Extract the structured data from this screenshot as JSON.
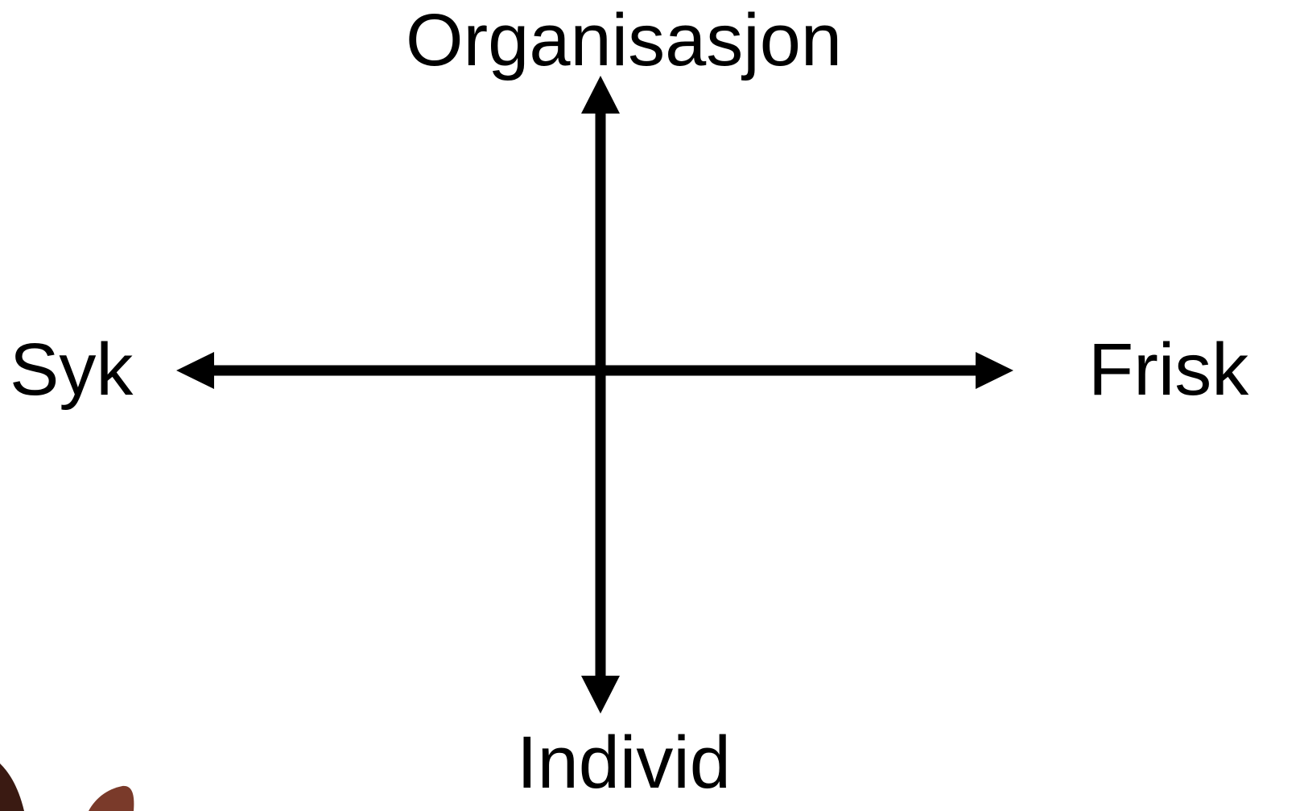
{
  "diagram": {
    "labels": {
      "top": "Organisasjon",
      "bottom": "Individ",
      "left": "Syk",
      "right": "Frisk"
    },
    "colors": {
      "line": "#000000",
      "background": "#ffffff",
      "corner_fragment": "#6b2a1e"
    }
  }
}
